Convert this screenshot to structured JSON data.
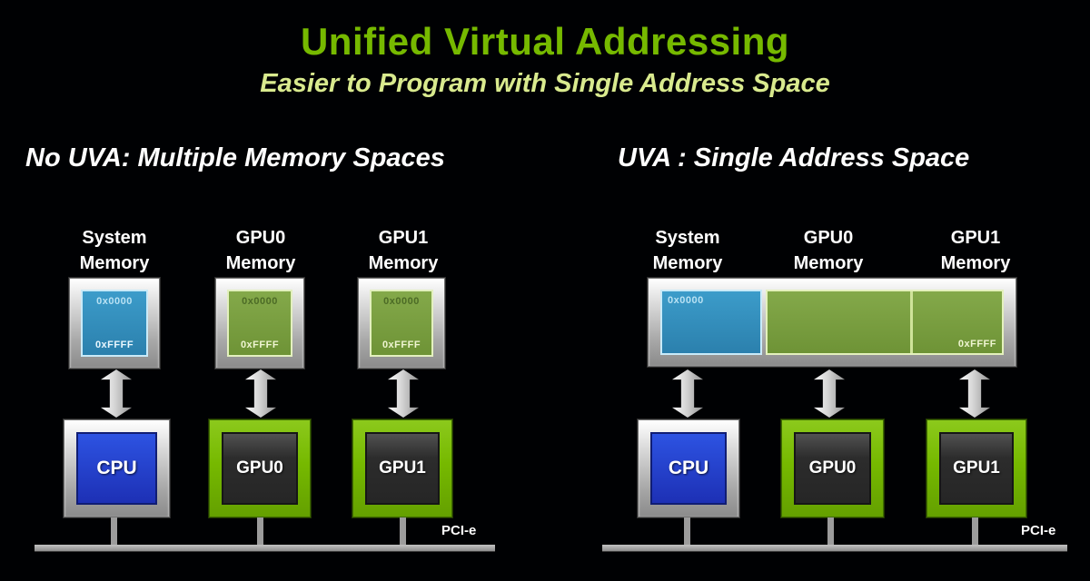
{
  "title": "Unified Virtual Addressing",
  "subtitle": "Easier to Program with Single Address Space",
  "left": {
    "heading": "No UVA: Multiple Memory Spaces",
    "memories": [
      {
        "lines": [
          "System",
          "Memory"
        ],
        "start": "0x0000",
        "end": "0xFFFF",
        "fill": "blue"
      },
      {
        "lines": [
          "GPU0",
          "Memory"
        ],
        "start": "0x0000",
        "end": "0xFFFF",
        "fill": "green"
      },
      {
        "lines": [
          "GPU1",
          "Memory"
        ],
        "start": "0x0000",
        "end": "0xFFFF",
        "fill": "green"
      }
    ],
    "processors": [
      {
        "label": "CPU",
        "type": "cpu"
      },
      {
        "label": "GPU0",
        "type": "gpu"
      },
      {
        "label": "GPU1",
        "type": "gpu"
      }
    ],
    "bus_label": "PCI-e"
  },
  "right": {
    "heading": "UVA : Single Address Space",
    "memories": [
      {
        "lines": [
          "System",
          "Memory"
        ]
      },
      {
        "lines": [
          "GPU0",
          "Memory"
        ]
      },
      {
        "lines": [
          "GPU1",
          "Memory"
        ]
      }
    ],
    "unified_bar": {
      "start": "0x0000",
      "end": "0xFFFF"
    },
    "processors": [
      {
        "label": "CPU",
        "type": "cpu"
      },
      {
        "label": "GPU0",
        "type": "gpu"
      },
      {
        "label": "GPU1",
        "type": "gpu"
      }
    ],
    "bus_label": "PCI-e"
  },
  "colors": {
    "background": "#000103",
    "title_green": "#76b900",
    "subtitle_green": "#d9ea8e",
    "system_memory_blue": "#2e86b8",
    "gpu_memory_green": "#7ba142",
    "nvidia_frame_green": "#76b900",
    "cpu_blue": "#2440cf",
    "bus_gray": "#9c9c9c"
  }
}
